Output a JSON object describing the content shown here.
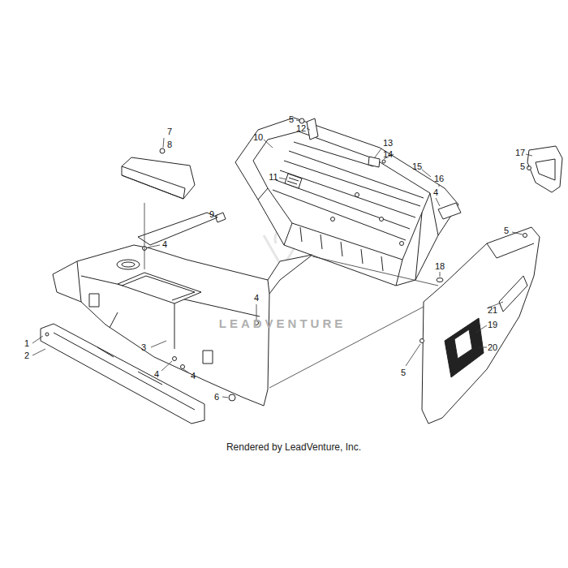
{
  "diagram": {
    "caption": "Rendered by LeadVenture, Inc.",
    "labels": [
      "7",
      "8",
      "5",
      "12",
      "10",
      "13",
      "14",
      "17",
      "5",
      "15",
      "16",
      "4",
      "11",
      "9",
      "4",
      "5",
      "4",
      "18",
      "21",
      "19",
      "20",
      "1",
      "2",
      "3",
      "4",
      "4",
      "6",
      "5",
      "LEADVENTURE"
    ]
  }
}
